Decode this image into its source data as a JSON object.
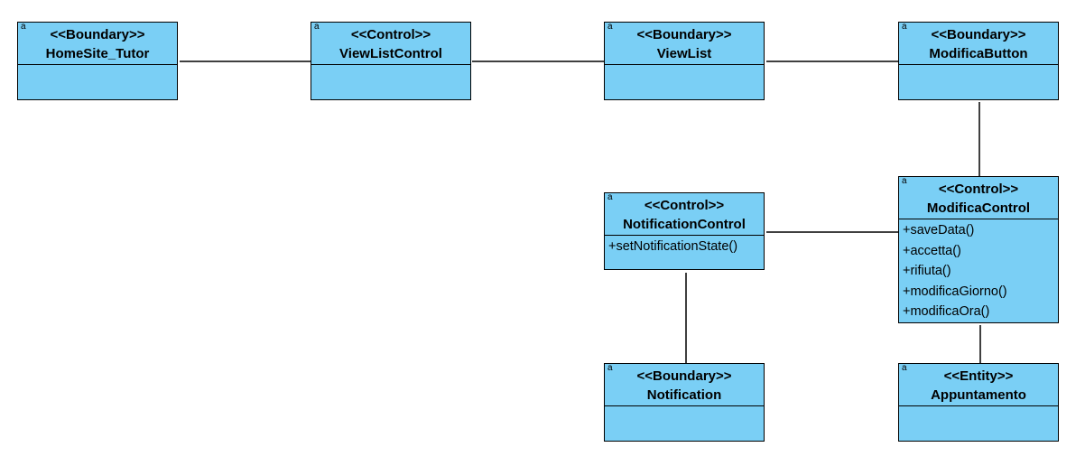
{
  "classes": [
    {
      "id": "homesite",
      "stereotype": "<<Boundary>>",
      "name": "HomeSite_Tutor",
      "operations": []
    },
    {
      "id": "viewlistcontrol",
      "stereotype": "<<Control>>",
      "name": "ViewListControl",
      "operations": []
    },
    {
      "id": "viewlist",
      "stereotype": "<<Boundary>>",
      "name": "ViewList",
      "operations": []
    },
    {
      "id": "modificabutton",
      "stereotype": "<<Boundary>>",
      "name": "ModificaButton",
      "operations": []
    },
    {
      "id": "notificationcontrol",
      "stereotype": "<<Control>>",
      "name": "NotificationControl",
      "operations": [
        "+setNotificationState()"
      ]
    },
    {
      "id": "modificacontrol",
      "stereotype": "<<Control>>",
      "name": "ModificaControl",
      "operations": [
        "+saveData()",
        "+accetta()",
        "+rifiuta()",
        "+modificaGiorno()",
        "+modificaOra()"
      ]
    },
    {
      "id": "notification",
      "stereotype": "<<Boundary>>",
      "name": "Notification",
      "operations": []
    },
    {
      "id": "appuntamento",
      "stereotype": "<<Entity>>",
      "name": "Appuntamento",
      "operations": []
    }
  ],
  "corner_marker": "a",
  "colors": {
    "class_fill": "#7acff5",
    "border": "#000000",
    "line": "#000000"
  }
}
